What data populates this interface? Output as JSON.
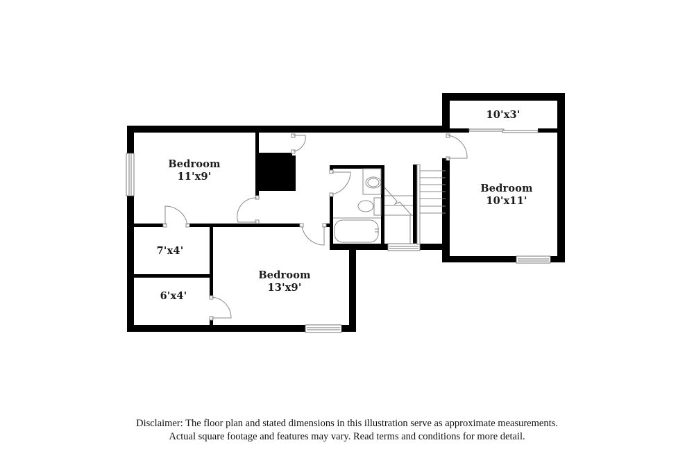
{
  "floor_plan": {
    "rooms": [
      {
        "id": "bedroom-1",
        "name": "Bedroom",
        "dimensions": "11'x9'"
      },
      {
        "id": "bedroom-2",
        "name": "Bedroom",
        "dimensions": "13'x9'"
      },
      {
        "id": "bedroom-3",
        "name": "Bedroom",
        "dimensions": "10'x11'"
      },
      {
        "id": "closet-1",
        "name": "",
        "dimensions": "7'x4'"
      },
      {
        "id": "closet-2",
        "name": "",
        "dimensions": "6'x4'"
      },
      {
        "id": "closet-3",
        "name": "",
        "dimensions": "10'x3'"
      }
    ],
    "fixtures": [
      "bathtub",
      "toilet",
      "sink",
      "stairs",
      "windows",
      "doors"
    ],
    "colors": {
      "wall": "#000000",
      "line": "#8a8a8a",
      "background": "#ffffff"
    }
  },
  "disclaimer": {
    "line1": "Disclaimer: The floor plan and stated dimensions in this illustration serve as approximate measurements.",
    "line2": "Actual square footage and features may vary. Read terms and conditions for more detail."
  }
}
